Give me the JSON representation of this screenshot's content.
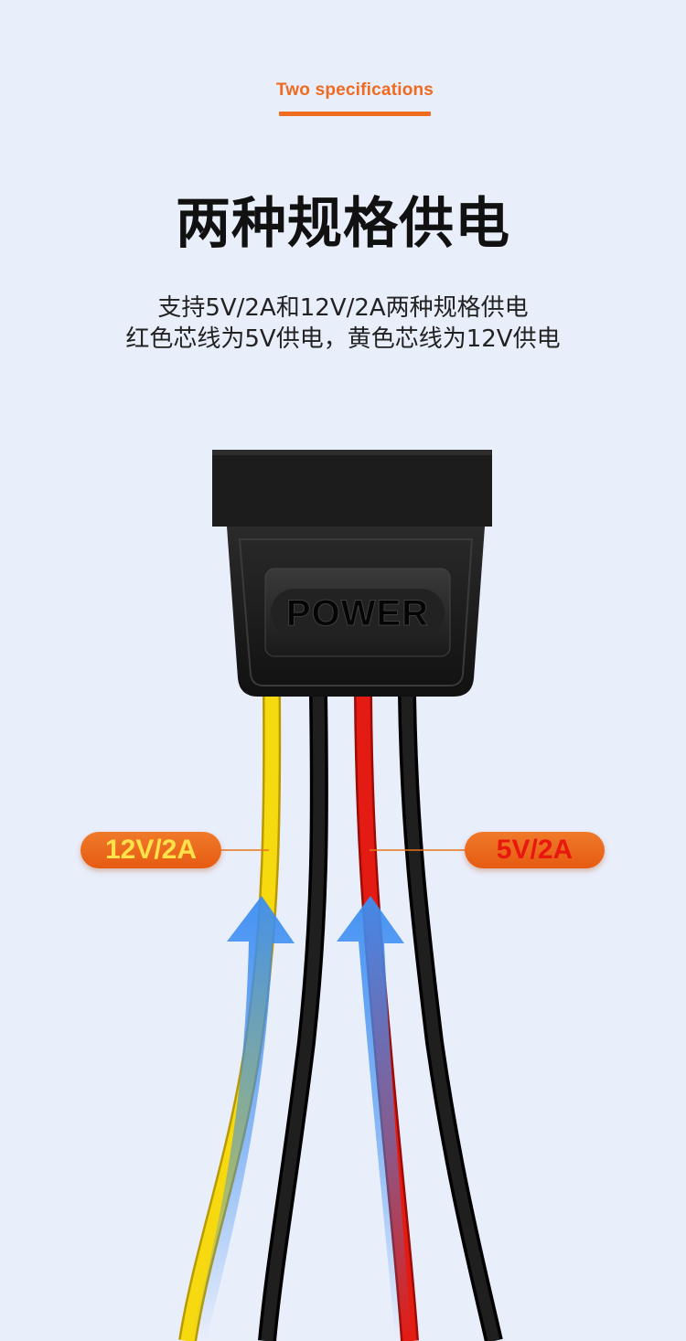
{
  "header": {
    "eyebrow": "Two specifications",
    "title": "两种规格供电",
    "subtitle_line1": "支持5V/2A和12V/2A两种规格供电",
    "subtitle_line2": "红色芯线为5V供电，黄色芯线为12V供电"
  },
  "connector": {
    "label": "POWER"
  },
  "callouts": {
    "left": "12V/2A",
    "right": "5V/2A"
  },
  "colors": {
    "accent": "#ee6b20",
    "background": "#e9eefb",
    "wire_yellow": "#f6d90e",
    "wire_red": "#e41b12",
    "wire_black": "#111111",
    "arrow_blue": "#3c8cf0"
  }
}
